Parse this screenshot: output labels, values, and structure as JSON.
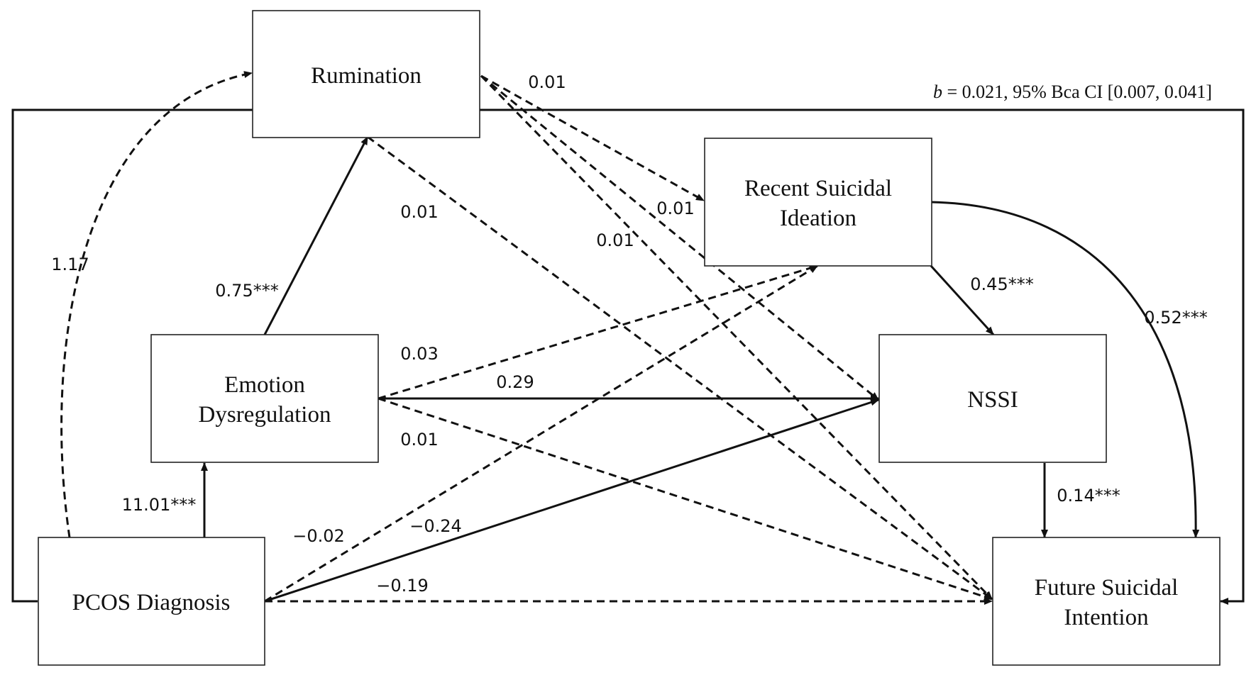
{
  "nodes": {
    "rumination": {
      "lines": [
        "Rumination"
      ]
    },
    "recent_si": {
      "lines": [
        "Recent Suicidal",
        "Ideation"
      ]
    },
    "emotion_dysreg": {
      "lines": [
        "Emotion",
        "Dysregulation"
      ]
    },
    "nssi": {
      "lines": [
        "NSSI"
      ]
    },
    "pcos": {
      "lines": [
        "PCOS Diagnosis"
      ]
    },
    "future_si": {
      "lines": [
        "Future Suicidal",
        "Intention"
      ]
    }
  },
  "paths": [
    {
      "from": "pcos",
      "to": "rumination",
      "coefficient": "1.17",
      "style": "dashed"
    },
    {
      "from": "pcos",
      "to": "emotion_dysreg",
      "coefficient": "11.01***",
      "style": "solid"
    },
    {
      "from": "emotion_dysreg",
      "to": "rumination",
      "coefficient": "0.75***",
      "style": "solid"
    },
    {
      "from": "rumination",
      "to": "recent_si",
      "coefficient": "0.01",
      "style": "dashed"
    },
    {
      "from": "rumination",
      "to": "nssi",
      "coefficient": "0.01",
      "style": "dashed"
    },
    {
      "from": "rumination",
      "to": "future_si",
      "coefficient": "0.01",
      "style": "dashed"
    },
    {
      "from": "emotion_dysreg",
      "to": "recent_si",
      "coefficient": "0.03",
      "style": "dashed"
    },
    {
      "from": "emotion_dysreg",
      "to": "nssi",
      "coefficient": "0.29",
      "style": "solid"
    },
    {
      "from": "emotion_dysreg",
      "to": "future_si",
      "coefficient": "0.01",
      "style": "dashed"
    },
    {
      "from": "pcos",
      "to": "recent_si",
      "coefficient": "−0.02",
      "style": "dashed"
    },
    {
      "from": "pcos",
      "to": "nssi",
      "coefficient": "−0.24",
      "style": "solid"
    },
    {
      "from": "pcos",
      "to": "future_si",
      "coefficient": "−0.19",
      "style": "dashed"
    },
    {
      "from": "recent_si",
      "to": "nssi",
      "coefficient": "0.45***",
      "style": "solid"
    },
    {
      "from": "recent_si",
      "to": "future_si",
      "coefficient": "0.52***",
      "style": "solid"
    },
    {
      "from": "nssi",
      "to": "future_si",
      "coefficient": "0.14***",
      "style": "solid"
    },
    {
      "from": "rumination",
      "to": "future_si",
      "coefficient": "0.01",
      "style": "dashed"
    }
  ],
  "indirect_effect": {
    "from": "pcos",
    "to": "future_si",
    "style": "solid",
    "label_b": "b",
    "label_rest": " = 0.021, 95% Bca CI [0.007, 0.041]"
  }
}
